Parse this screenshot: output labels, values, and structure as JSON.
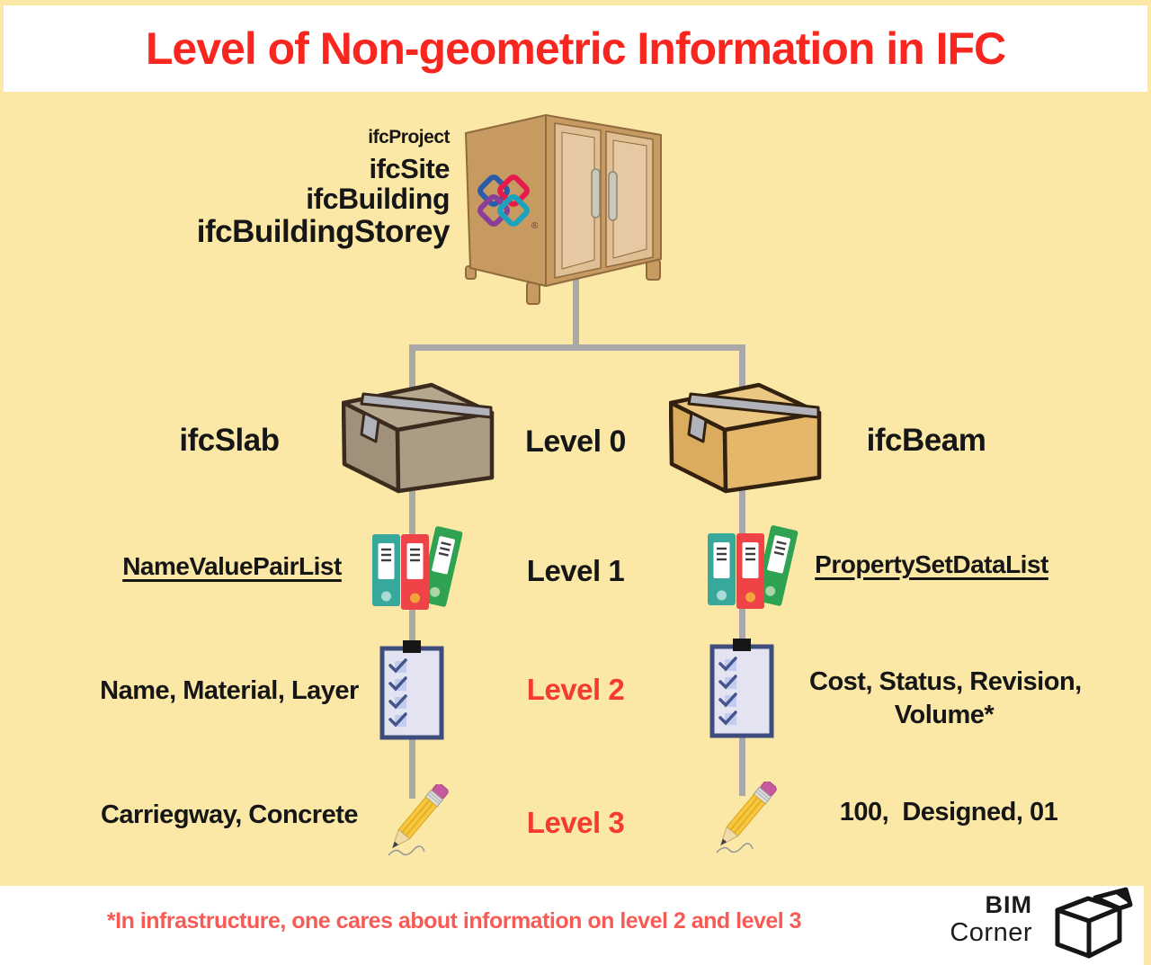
{
  "title": "Level of Non-geometric Information in IFC",
  "cabinet_labels": {
    "line1": "ifcProject",
    "line2": "ifcSite",
    "line3": "ifcBuilding",
    "line4": "ifcBuildingStorey"
  },
  "ifc_logo_registered": "®",
  "rows": {
    "level0": {
      "left": "ifcSlab",
      "label": "Level 0",
      "right": "ifcBeam"
    },
    "level1": {
      "left": "NameValuePairList",
      "label": "Level 1",
      "right": "PropertySetDataList"
    },
    "level2": {
      "left": "Name, Material, Layer",
      "label": "Level 2",
      "right_line1": "Cost, Status, Revision,",
      "right_line2": "Volume*"
    },
    "level3": {
      "left": "Carriegway, Concrete",
      "label": "Level 3",
      "right": "100,  Designed, 01"
    }
  },
  "footer": {
    "note": "*In infrastructure, one cares about information on level 2 and level 3",
    "brand_line1": "BIM",
    "brand_line2": "Corner"
  },
  "icons": {
    "cabinet": "cabinet-icon",
    "ifc_logo": "ifc-logo-icon",
    "box_left": "cardboard-box-icon",
    "box_right": "cardboard-box-icon",
    "binders": "ring-binders-icon",
    "clipboard": "checklist-clipboard-icon",
    "pencil": "pencil-icon",
    "brand_box": "open-box-icon"
  },
  "colors": {
    "background": "#FBE8A6",
    "title_red": "#F8261E",
    "level_red": "#F43A32",
    "note_pink": "#F75B55",
    "line_gray": "#A9A9A9",
    "box_left_fill": "#AB9D84",
    "box_right_fill": "#E4B76B",
    "binder_teal": "#38A89D",
    "binder_red": "#EF4348",
    "binder_green": "#2FA351",
    "clipboard_border": "#3E4C7E",
    "pencil_yellow": "#F6C73F",
    "ifc_blue": "#2A5CAA",
    "ifc_red": "#E61A4B",
    "ifc_purple": "#8A3E98",
    "ifc_teal": "#1BA2BC"
  }
}
